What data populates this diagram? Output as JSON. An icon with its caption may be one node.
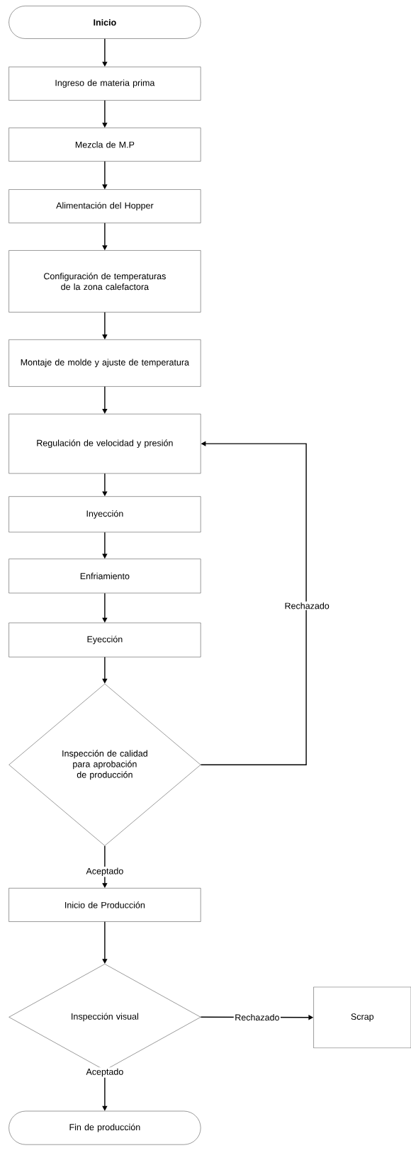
{
  "diagram": {
    "nodes": [
      {
        "text": [
          "Inicio"
        ]
      },
      {
        "text": [
          "Ingreso de materia prima"
        ]
      },
      {
        "text": [
          "Mezcla de M.P"
        ]
      },
      {
        "text": [
          "Alimentación del Hopper"
        ]
      },
      {
        "text": [
          "Configuración de temperaturas de la zona calefactora"
        ]
      },
      {
        "text": [
          "Montaje de molde y ajuste de temperatura"
        ]
      },
      {
        "text": [
          "Regulación de velocidad y presión"
        ]
      },
      {
        "text": [
          "Inyección"
        ]
      },
      {
        "text": [
          "Enfriamiento"
        ]
      },
      {
        "text": [
          "Eyección"
        ]
      },
      {
        "text": [
          "Inspección de calidad para aprobación de producción"
        ]
      },
      {
        "text": [
          "Inicio de Producción"
        ]
      },
      {
        "text": [
          "Inspección visual"
        ]
      },
      {
        "text": [
          "Scrap"
        ]
      },
      {
        "text": [
          "Fin de producción"
        ]
      }
    ],
    "edges": [
      {
        "from": 0,
        "to": 1,
        "arrow": "to"
      },
      {
        "from": 1,
        "to": 2,
        "arrow": "to"
      },
      {
        "from": 2,
        "to": 3,
        "arrow": "to"
      },
      {
        "from": 3,
        "to": 4,
        "arrow": "to"
      },
      {
        "from": 4,
        "to": 5,
        "arrow": "to"
      },
      {
        "from": 5,
        "to": 6,
        "arrow": "to"
      },
      {
        "from": 6,
        "to": 7,
        "arrow": "to"
      },
      {
        "from": 7,
        "to": 8,
        "arrow": "to"
      },
      {
        "from": 8,
        "to": 9,
        "arrow": "to"
      },
      {
        "from": 9,
        "to": 10,
        "arrow": "to"
      },
      {
        "from": 10,
        "to": 6,
        "arrow": "to",
        "label": "Rechazado"
      },
      {
        "from": 10,
        "to": 11,
        "arrow": "to",
        "label": "Aceptado"
      },
      {
        "from": 11,
        "to": 12,
        "arrow": "to"
      },
      {
        "from": 12,
        "to": 13,
        "arrow": "to",
        "label": "Rechazado"
      },
      {
        "from": 12,
        "to": 14,
        "arrow": "to",
        "label": "Aceptado"
      }
    ]
  }
}
